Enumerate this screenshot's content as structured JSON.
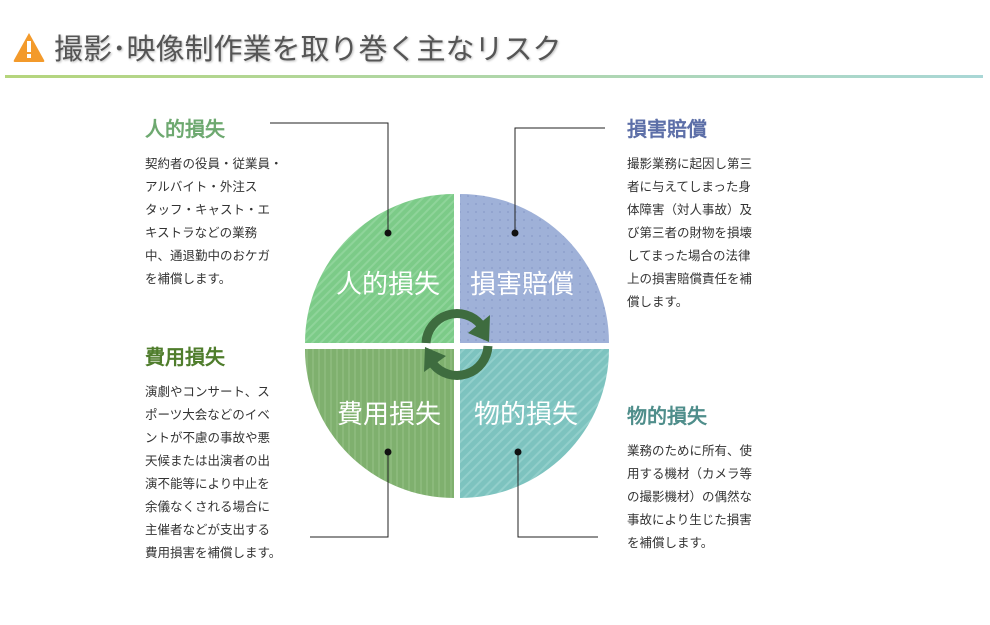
{
  "header": {
    "title": "撮影･映像制作業を取り巻く主なリスク",
    "icon": "warning-icon"
  },
  "colors": {
    "personal": "#6ea970",
    "liability": "#5d6fa8",
    "expense": "#4f7d2c",
    "property": "#4f8e8b"
  },
  "quadrants": {
    "personal": "人的損失",
    "liability": "損害賠償",
    "expense": "費用損失",
    "property": "物的損失"
  },
  "risks": {
    "personal": {
      "title": "人的損失",
      "body": "契約者の役員・従業員・\nアルバイト・外注ス\nタッフ・キャスト・エ\nキストラなどの業務\n中、通退勤中のおケガ\nを補償します。"
    },
    "liability": {
      "title": "損害賠償",
      "body": "撮影業務に起因し第三\n者に与えてしまった身\n体障害（対人事故）及\nび第三者の財物を損壊\nしてまった場合の法律\n上の損害賠償責任を補\n償します。"
    },
    "expense": {
      "title": "費用損失",
      "body": "演劇やコンサート、ス\nポーツ大会などのイベ\nントが不慮の事故や悪\n天候または出演者の出\n演不能等により中止を\n余儀なくされる場合に\n主催者などが支出する\n費用損害を補償します。"
    },
    "property": {
      "title": "物的損失",
      "body": "業務のために所有、使\n用する機材（カメラ等\nの撮影機材）の偶然な\n事故により生じた損害\nを補償します。"
    }
  }
}
